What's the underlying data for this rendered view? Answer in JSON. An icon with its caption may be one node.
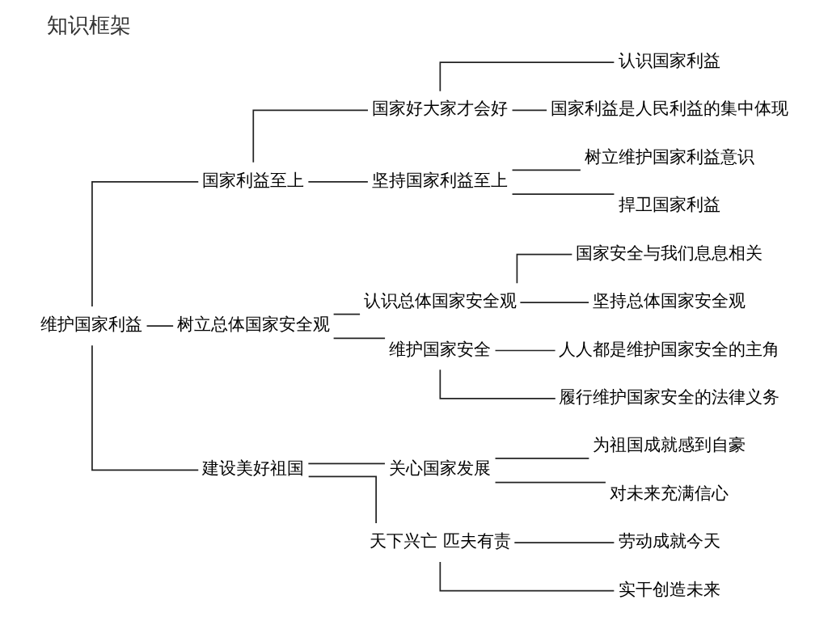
{
  "diagram": {
    "title": "知识框架",
    "nodes": [
      {
        "text": [
          "维护国家利益"
        ]
      },
      {
        "text": [
          "国家利益至上"
        ]
      },
      {
        "text": [
          "国家好大家才会好"
        ]
      },
      {
        "text": [
          "认识国家利益"
        ]
      },
      {
        "text": [
          "国家利益是人民利益的集中体现"
        ]
      },
      {
        "text": [
          "坚持国家利益至上"
        ]
      },
      {
        "text": [
          "树立维护国家利益意识"
        ]
      },
      {
        "text": [
          "捍卫国家利益"
        ]
      },
      {
        "text": [
          "树立总体国家安全观"
        ]
      },
      {
        "text": [
          "认识总体国家安全观"
        ]
      },
      {
        "text": [
          "国家安全与我们息息相关"
        ]
      },
      {
        "text": [
          "坚持总体国家安全观"
        ]
      },
      {
        "text": [
          "维护国家安全"
        ]
      },
      {
        "text": [
          "人人都是维护国家安全的主角"
        ]
      },
      {
        "text": [
          "履行维护国家安全的法律义务"
        ]
      },
      {
        "text": [
          "建设美好祖国"
        ]
      },
      {
        "text": [
          "关心国家发展"
        ]
      },
      {
        "text": [
          "为祖国成就感到自豪"
        ]
      },
      {
        "text": [
          "对未来充满信心"
        ]
      },
      {
        "text": [
          "天下兴亡 匹夫有责"
        ]
      },
      {
        "text": [
          "劳动成就今天"
        ]
      },
      {
        "text": [
          "实干创造未来"
        ]
      }
    ],
    "edges": [
      {
        "from": 0,
        "to": 1,
        "arrow": "none"
      },
      {
        "from": 0,
        "to": 8,
        "arrow": "none"
      },
      {
        "from": 0,
        "to": 15,
        "arrow": "none"
      },
      {
        "from": 1,
        "to": 2,
        "arrow": "none"
      },
      {
        "from": 1,
        "to": 5,
        "arrow": "none"
      },
      {
        "from": 2,
        "to": 3,
        "arrow": "none"
      },
      {
        "from": 2,
        "to": 4,
        "arrow": "none"
      },
      {
        "from": 5,
        "to": 6,
        "arrow": "none"
      },
      {
        "from": 5,
        "to": 7,
        "arrow": "none"
      },
      {
        "from": 8,
        "to": 9,
        "arrow": "none"
      },
      {
        "from": 8,
        "to": 12,
        "arrow": "none"
      },
      {
        "from": 9,
        "to": 10,
        "arrow": "none"
      },
      {
        "from": 9,
        "to": 11,
        "arrow": "none"
      },
      {
        "from": 12,
        "to": 13,
        "arrow": "none"
      },
      {
        "from": 12,
        "to": 14,
        "arrow": "none"
      },
      {
        "from": 15,
        "to": 16,
        "arrow": "none"
      },
      {
        "from": 15,
        "to": 19,
        "arrow": "none"
      },
      {
        "from": 16,
        "to": 17,
        "arrow": "none"
      },
      {
        "from": 16,
        "to": 18,
        "arrow": "none"
      },
      {
        "from": 19,
        "to": 20,
        "arrow": "none"
      },
      {
        "from": 19,
        "to": 21,
        "arrow": "none"
      }
    ]
  }
}
